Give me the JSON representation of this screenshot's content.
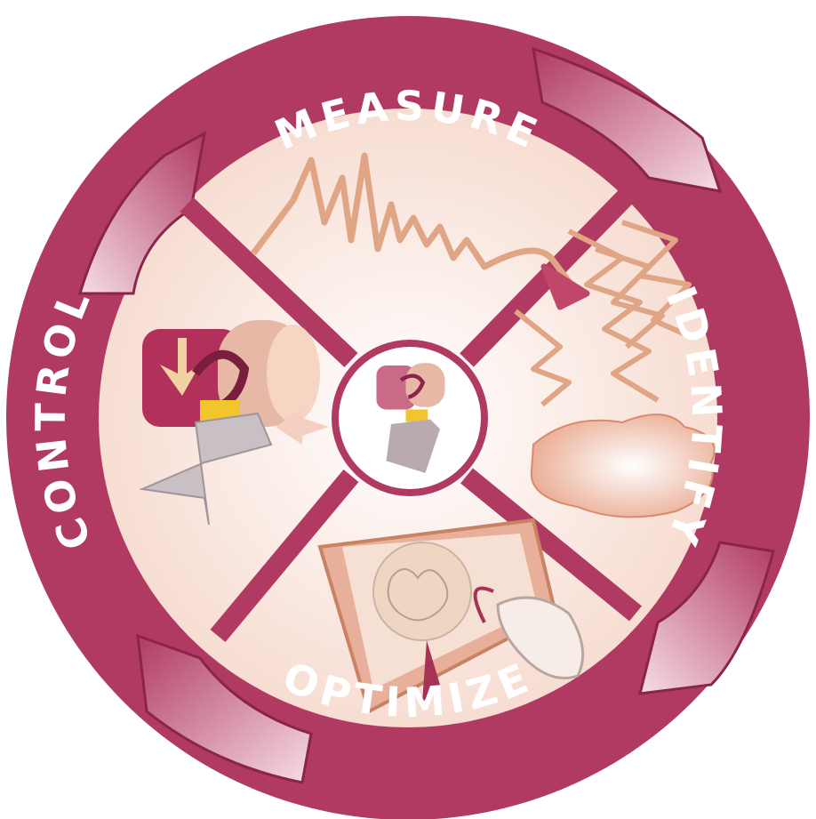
{
  "stages": [
    {
      "id": "measure",
      "label": "MEASURE"
    },
    {
      "id": "identify",
      "label": "IDENTIFY"
    },
    {
      "id": "optimize",
      "label": "OPTIMIZE"
    },
    {
      "id": "control",
      "label": "CONTROL"
    }
  ],
  "colors": {
    "ring": "#b03a62",
    "ring_dark": "#8a2448",
    "inner_fill": "#fbeee6",
    "sketch": "#e0a584",
    "arrow_light": "#f1d3dc"
  },
  "icons": {
    "measure": "waveform-icon",
    "identify": "blob-target-icon",
    "optimize": "monitor-mouse-icon",
    "control": "lathe-tool-icon",
    "center": "lathe-tool-icon"
  }
}
